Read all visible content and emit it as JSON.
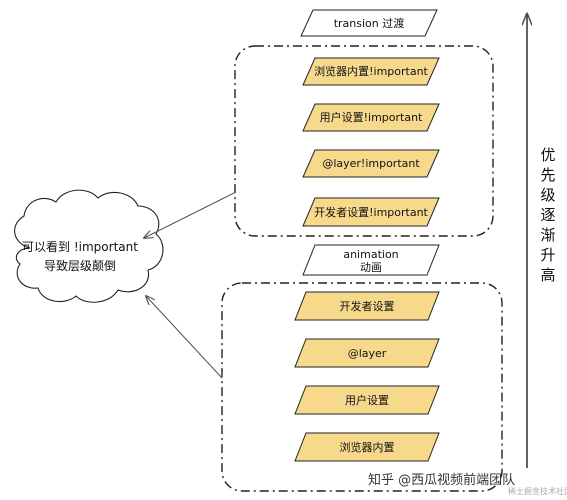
{
  "colors": {
    "yellow": "#f7d98c",
    "white": "#ffffff",
    "stroke": "#222222",
    "arrow": "#555555"
  },
  "cloud": {
    "line1": "可以看到 !important",
    "line2": "导致层级颠倒"
  },
  "side_label": [
    "优",
    "先",
    "级",
    "逐",
    "渐",
    "升",
    "高"
  ],
  "boxes": {
    "transition": "transion 过渡",
    "ua_important": "浏览器内置!important",
    "user_important": "用户设置!important",
    "layer_important": "@layer!important",
    "author_important": "开发者设置!important",
    "animation_line1": "animation",
    "animation_line2": "动画",
    "author": "开发者设置",
    "layer": "@layer",
    "user": "用户设置",
    "ua": "浏览器内置"
  },
  "watermark": {
    "main": "知乎 @西瓜视频前端团队",
    "small": "稀土掘金技术社区"
  }
}
